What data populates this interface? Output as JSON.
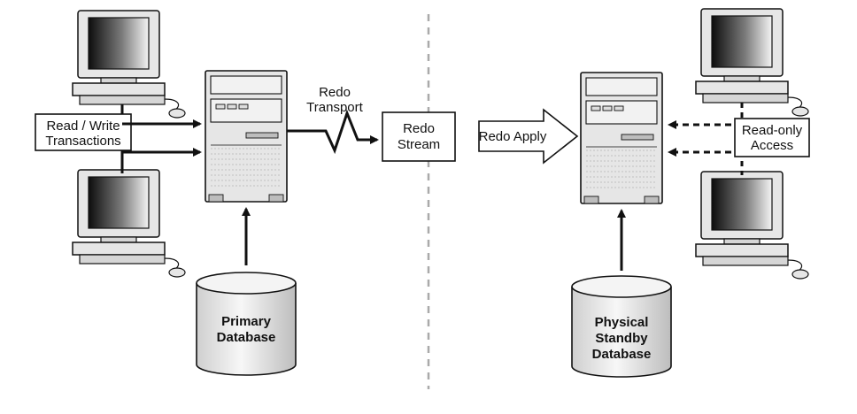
{
  "diagram": {
    "labels": {
      "read_write_line1": "Read / Write",
      "read_write_line2": "Transactions",
      "redo_transport_line1": "Redo",
      "redo_transport_line2": "Transport",
      "redo_stream_line1": "Redo",
      "redo_stream_line2": "Stream",
      "redo_apply": "Redo Apply",
      "read_only_line1": "Read-only",
      "read_only_line2": "Access",
      "primary_db_line1": "Primary",
      "primary_db_line2": "Database",
      "standby_db_line1": "Physical",
      "standby_db_line2": "Standby",
      "standby_db_line3": "Database"
    },
    "colors": {
      "line": "#111111",
      "divider": "#aaaaaa",
      "box_fill": "#ffffff",
      "device_fill": "#e6e6e6",
      "screen_dark": "#1a1a1a",
      "screen_light": "#f2f2f2"
    }
  }
}
